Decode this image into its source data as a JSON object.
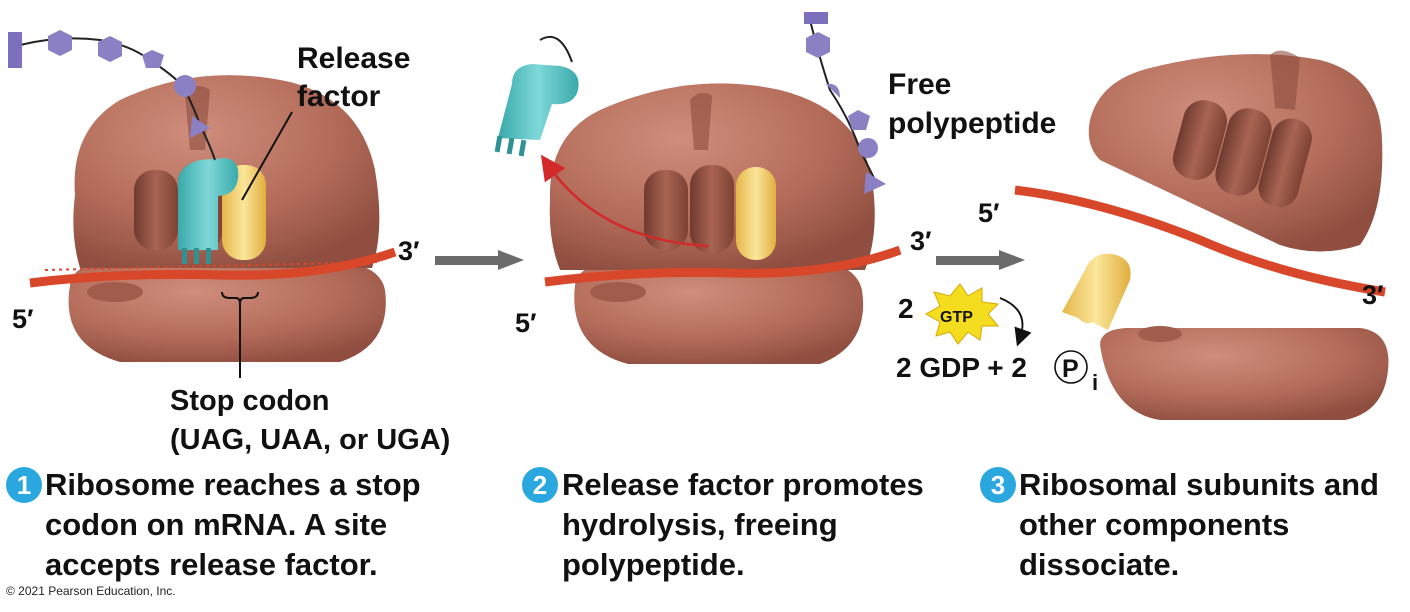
{
  "labels": {
    "release_factor_l1": "Release",
    "release_factor_l2": "factor",
    "free_polypeptide_l1": "Free",
    "free_polypeptide_l2": "polypeptide",
    "stop_codon_l1": "Stop codon",
    "stop_codon_l2": "(UAG, UAA, or UGA)",
    "prime_3": "3′",
    "prime_5": "5′",
    "gtp_coef": "2",
    "gtp": "GTP",
    "gdp_products_left": "2 GDP + 2",
    "phosphate": "P",
    "phosphate_sub": "i"
  },
  "steps": [
    {
      "number": "1",
      "lines": [
        "Ribosome reaches a stop",
        "codon on mRNA. A site",
        "accepts release factor."
      ]
    },
    {
      "number": "2",
      "lines": [
        "Release factor promotes",
        "hydrolysis, freeing",
        "polypeptide."
      ]
    },
    {
      "number": "3",
      "lines": [
        "Ribosomal subunits and",
        "other components",
        "dissociate."
      ]
    }
  ],
  "copyright": "© 2021 Pearson Education, Inc.",
  "colors": {
    "ribosome": "#b8705e",
    "ribosome_shadow": "#8e4f40",
    "mrna": "#d9472a",
    "release_factor": "#4fc0c2",
    "trna_site": "#f2cf62",
    "peptide": "#8b80c4",
    "step_badge": "#2aa7df",
    "arrow": "#6b6b6b",
    "red_arrow": "#d22a2a",
    "gtp_burst": "#f4dc1e"
  }
}
